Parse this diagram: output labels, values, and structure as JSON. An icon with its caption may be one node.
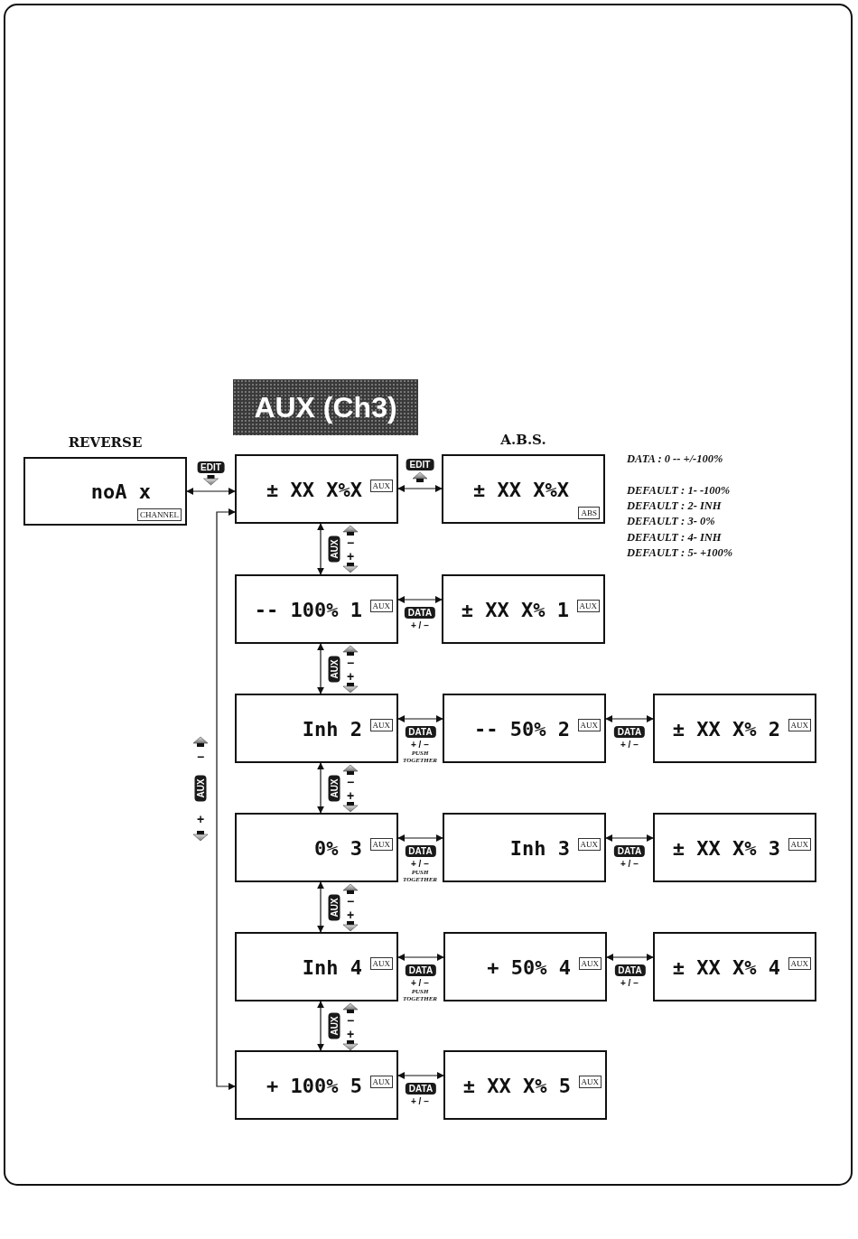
{
  "diagram": {
    "title": "AUX (Ch3)",
    "nodes": [
      {
        "text": [
          "REVERSE",
          "noA x",
          "CHANNEL"
        ]
      },
      {
        "text": [
          "± XX X%X",
          "AUX"
        ]
      },
      {
        "text": [
          "A.B.S.",
          "± XX X%X",
          "ABS"
        ]
      },
      {
        "text": [
          "-- 100% 1",
          "AUX"
        ]
      },
      {
        "text": [
          "± XX X% 1",
          "AUX"
        ]
      },
      {
        "text": [
          "Inh 2",
          "AUX"
        ]
      },
      {
        "text": [
          "-- 50% 2",
          "AUX"
        ]
      },
      {
        "text": [
          "± XX X% 2",
          "AUX"
        ]
      },
      {
        "text": [
          "0% 3",
          "AUX"
        ]
      },
      {
        "text": [
          "Inh 3",
          "AUX"
        ]
      },
      {
        "text": [
          "± XX X% 3",
          "AUX"
        ]
      },
      {
        "text": [
          "Inh 4",
          "AUX"
        ]
      },
      {
        "text": [
          "+ 50% 4",
          "AUX"
        ]
      },
      {
        "text": [
          "± XX X% 4",
          "AUX"
        ]
      },
      {
        "text": [
          "+ 100% 5",
          "AUX"
        ]
      },
      {
        "text": [
          "± XX X% 5",
          "AUX"
        ]
      }
    ],
    "edges": [
      {
        "from": 0,
        "to": 1,
        "arrow": "both",
        "label": "EDIT"
      },
      {
        "from": 1,
        "to": 2,
        "arrow": "both",
        "label": "EDIT"
      },
      {
        "from": 1,
        "to": 3,
        "arrow": "both",
        "label": "AUX"
      },
      {
        "from": 3,
        "to": 4,
        "arrow": "both",
        "label": "DATA"
      },
      {
        "from": 3,
        "to": 5,
        "arrow": "both",
        "label": "AUX"
      },
      {
        "from": 5,
        "to": 6,
        "arrow": "both",
        "label": "DATA"
      },
      {
        "from": 6,
        "to": 7,
        "arrow": "both",
        "label": "DATA"
      },
      {
        "from": 5,
        "to": 8,
        "arrow": "both",
        "label": "AUX"
      },
      {
        "from": 8,
        "to": 9,
        "arrow": "both",
        "label": "DATA"
      },
      {
        "from": 9,
        "to": 10,
        "arrow": "both",
        "label": "DATA"
      },
      {
        "from": 8,
        "to": 11,
        "arrow": "both",
        "label": "AUX"
      },
      {
        "from": 11,
        "to": 12,
        "arrow": "both",
        "label": "DATA"
      },
      {
        "from": 12,
        "to": 13,
        "arrow": "both",
        "label": "DATA"
      },
      {
        "from": 11,
        "to": 14,
        "arrow": "both",
        "label": "AUX"
      },
      {
        "from": 14,
        "to": 15,
        "arrow": "both",
        "label": "DATA"
      },
      {
        "from": 14,
        "to": 1,
        "arrow": "both"
      }
    ],
    "labels": [
      "DATA : 0 -- +/-100%",
      "DEFAULT : 1- -100%",
      "DEFAULT : 2- INH",
      "DEFAULT : 3- 0%",
      "DEFAULT : 4- INH",
      "DEFAULT : 5- +100%",
      "−",
      "+",
      "+ / −",
      "−",
      "+",
      "+ / −",
      "PUSH TOGETHER",
      "+ / −",
      "−",
      "AUX",
      "+",
      "−",
      "+",
      "+ / −",
      "PUSH TOGETHER",
      "+ / −",
      "−",
      "+",
      "+ / −",
      "PUSH TOGETHER",
      "+ / −",
      "−",
      "+",
      "+ / −"
    ]
  }
}
